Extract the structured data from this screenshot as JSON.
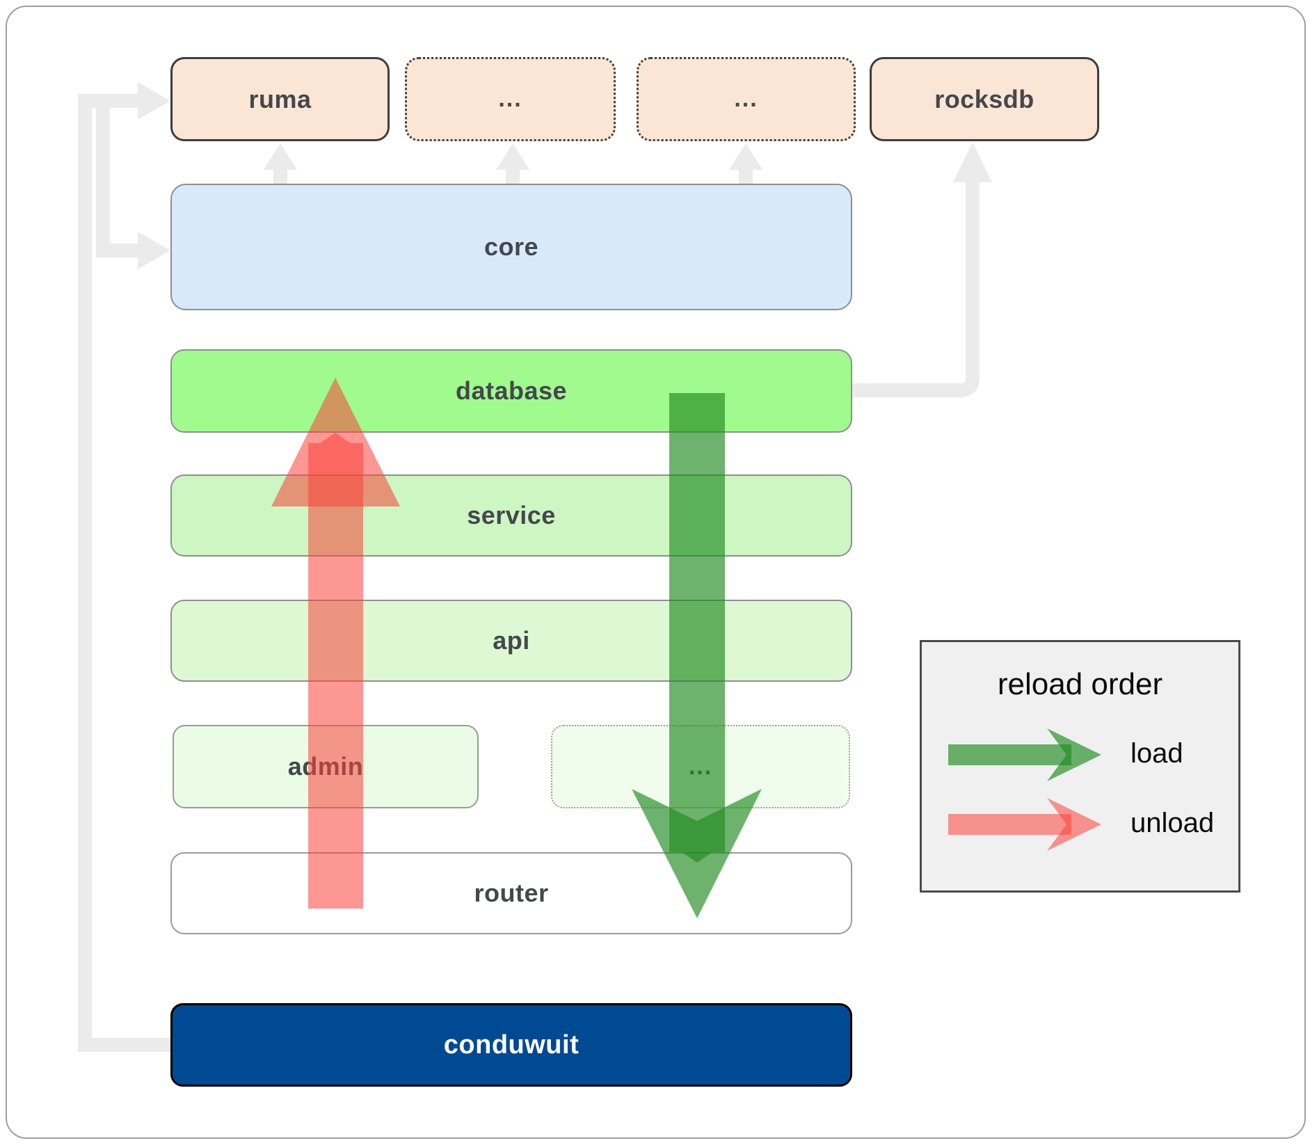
{
  "diagram": {
    "top_row": [
      {
        "label": "ruma",
        "border": "solid"
      },
      {
        "label": "...",
        "border": "dotted"
      },
      {
        "label": "...",
        "border": "dotted"
      },
      {
        "label": "rocksdb",
        "border": "solid"
      }
    ],
    "stack": [
      {
        "label": "core"
      },
      {
        "label": "database"
      },
      {
        "label": "service"
      },
      {
        "label": "api"
      }
    ],
    "admin_row": [
      {
        "label": "admin"
      },
      {
        "label": "..."
      }
    ],
    "router": {
      "label": "router"
    },
    "app": {
      "label": "conduwuit"
    }
  },
  "legend": {
    "title": "reload order",
    "items": [
      {
        "label": "load",
        "color": "#228B22"
      },
      {
        "label": "unload",
        "color": "#FA423A"
      }
    ]
  },
  "colors": {
    "peach": "#FBE5D4",
    "core_blue": "#D7E9FB",
    "database_green": "#A0FA8E",
    "service_green": "#CDF6C2",
    "api_green": "#DEF8D4",
    "admin_green": "#EAFBE6",
    "app_blue": "#004A94",
    "connector_gray": "#EBEBEB",
    "legend_bg": "#F0F0F0",
    "load_green": "#228B22",
    "unload_red": "#FA423A"
  }
}
